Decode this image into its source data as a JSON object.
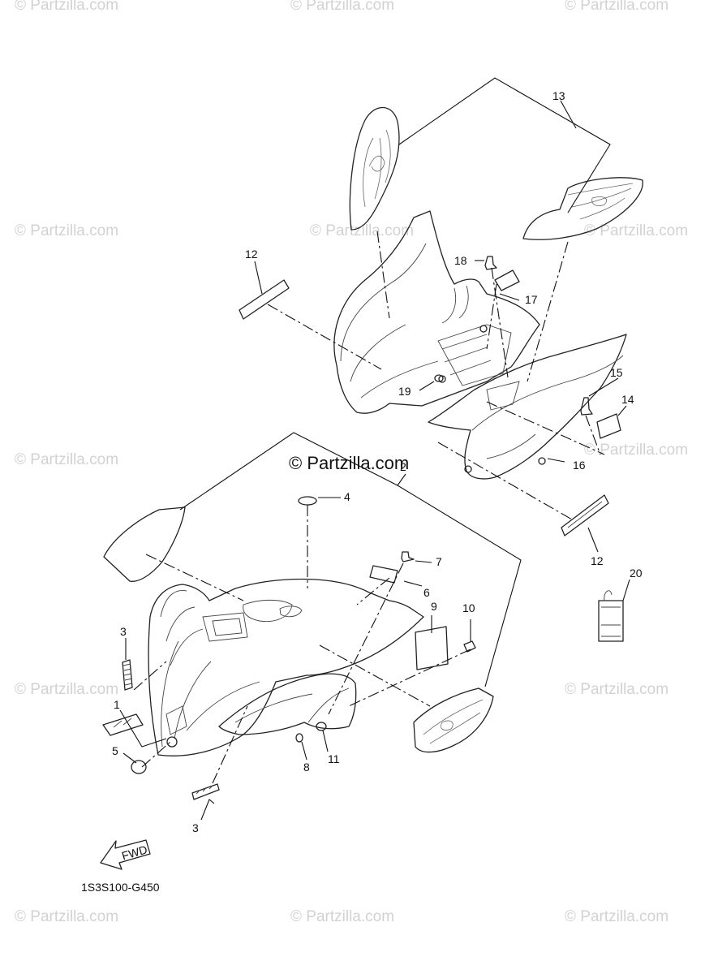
{
  "watermark": {
    "text": "© Partzilla.com",
    "center_text": "© Partzilla.com"
  },
  "diagram_code": "1S3S100-G450",
  "fwd_label": "FWD",
  "callouts": {
    "c1": "1",
    "c2": "2",
    "c3a": "3",
    "c3b": "3",
    "c4": "4",
    "c5": "5",
    "c6": "6",
    "c7": "7",
    "c8": "8",
    "c9": "9",
    "c10": "10",
    "c11": "11",
    "c12a": "12",
    "c12b": "12",
    "c13": "13",
    "c14": "14",
    "c15": "15",
    "c16": "16",
    "c17": "17",
    "c18": "18",
    "c19": "19",
    "c20": "20"
  }
}
